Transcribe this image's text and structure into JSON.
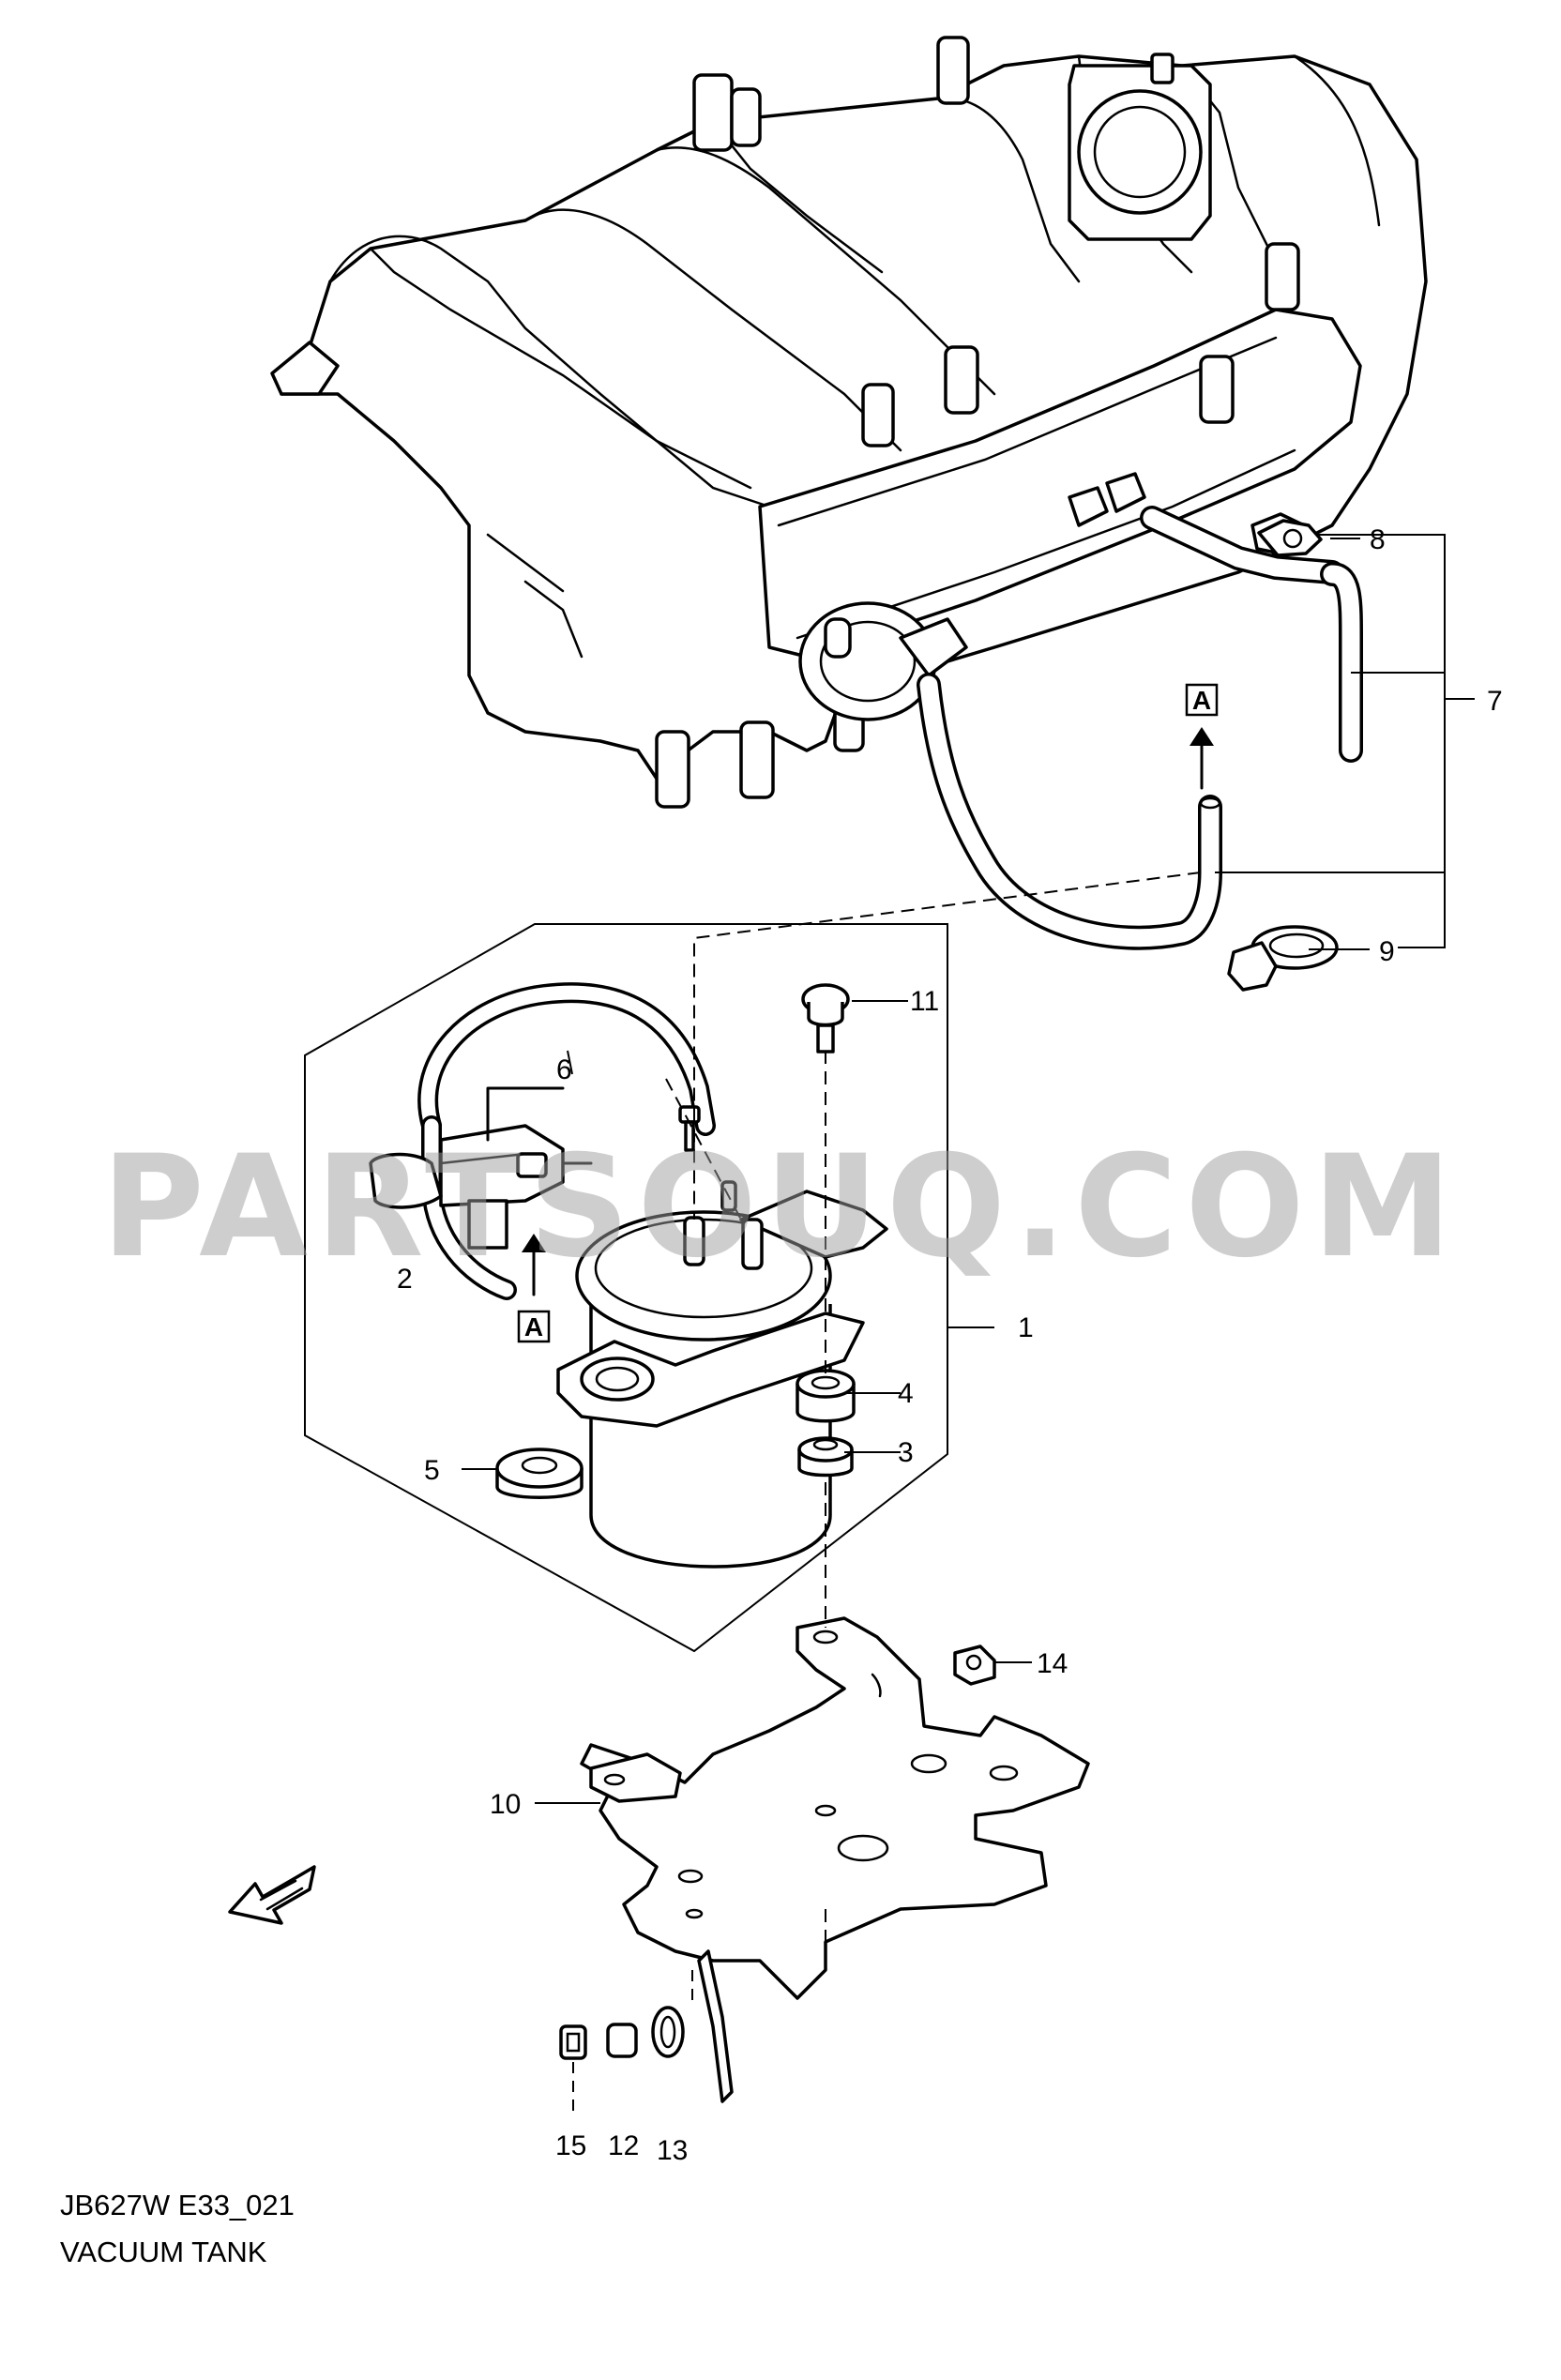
{
  "watermark": "PARTSOUQ.COM",
  "caption": {
    "code": "JB627W E33_021",
    "title": "VACUUM TANK"
  },
  "ref_marks": [
    "A",
    "A"
  ],
  "callouts": [
    {
      "id": "p1",
      "label": "1"
    },
    {
      "id": "p2",
      "label": "2"
    },
    {
      "id": "p3",
      "label": "3"
    },
    {
      "id": "p4",
      "label": "4"
    },
    {
      "id": "p5",
      "label": "5"
    },
    {
      "id": "p6",
      "label": "6"
    },
    {
      "id": "p7",
      "label": "7"
    },
    {
      "id": "p8",
      "label": "8"
    },
    {
      "id": "p9",
      "label": "9"
    },
    {
      "id": "p10",
      "label": "10"
    },
    {
      "id": "p11",
      "label": "11"
    },
    {
      "id": "p12",
      "label": "12"
    },
    {
      "id": "p13",
      "label": "13"
    },
    {
      "id": "p14",
      "label": "14"
    },
    {
      "id": "p15",
      "label": "15"
    }
  ]
}
